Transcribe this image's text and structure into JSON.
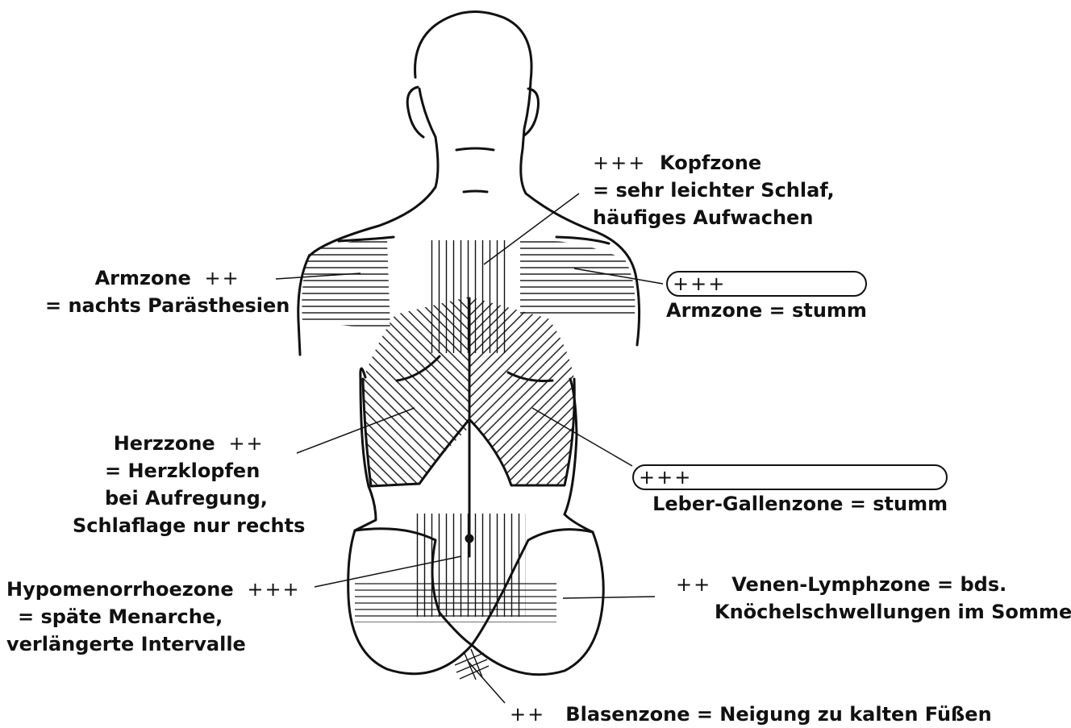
{
  "labels": {
    "kopf": {
      "marker": "+++",
      "title": "Kopfzone",
      "line2": "= sehr leichter Schlaf,",
      "line3": "häufiges Aufwachen"
    },
    "arm_left": {
      "title": "Armzone",
      "marker": "++",
      "line2": "= nachts Parästhesien"
    },
    "arm_right": {
      "marker": "+++",
      "text": "Armzone = stumm"
    },
    "herz": {
      "title": "Herzzone",
      "marker": "++",
      "line2": "= Herzklopfen",
      "line3": "bei Aufregung,",
      "line4": "Schlaflage nur rechts"
    },
    "leber": {
      "marker": "+++",
      "text": "Leber-Gallenzone = stumm"
    },
    "hypo": {
      "title": "Hypomenorrhoezone",
      "marker": "+++",
      "line2": "= späte Menarche,",
      "line3": "verlängerte Intervalle"
    },
    "venen": {
      "marker": "++",
      "line1": "Venen-Lymphzone = bds.",
      "line2": "Knöchelschwellungen im Sommer"
    },
    "blase": {
      "marker": "++",
      "text": "Blasenzone = Neigung zu kalten Füßen"
    }
  }
}
